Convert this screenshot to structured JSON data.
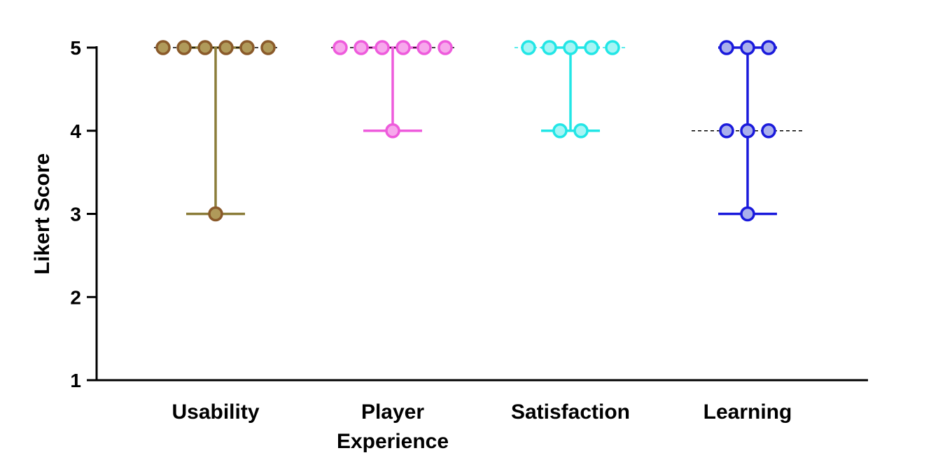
{
  "chart_data": {
    "type": "scatter",
    "ylabel": "Likert Score",
    "xlabel": "",
    "ylim": [
      1,
      5
    ],
    "yticks": [
      1,
      2,
      3,
      4,
      5
    ],
    "grid": false,
    "legend": "none",
    "categories": [
      {
        "label_lines": [
          "Usability"
        ]
      },
      {
        "label_lines": [
          "Player",
          "Experience"
        ]
      },
      {
        "label_lines": [
          "Satisfaction"
        ]
      },
      {
        "label_lines": [
          "Learning"
        ]
      }
    ],
    "series": [
      {
        "category_index": 0,
        "color": "#8b7d3a",
        "marker_fill": "#b09a5a",
        "marker_stroke": "#8a5a2a",
        "median": 5,
        "range": [
          3,
          5
        ],
        "points": [
          5,
          5,
          5,
          5,
          5,
          5,
          3
        ]
      },
      {
        "category_index": 1,
        "color": "#ee5bdc",
        "marker_fill": "#f7a8ec",
        "marker_stroke": "#ee5bdc",
        "median": 5,
        "range": [
          4,
          5
        ],
        "points": [
          5,
          5,
          5,
          5,
          5,
          5,
          4
        ]
      },
      {
        "category_index": 2,
        "color": "#22e6e6",
        "marker_fill": "#a6f5f5",
        "marker_stroke": "#22e6e6",
        "median": 5,
        "range": [
          4,
          5
        ],
        "points": [
          5,
          5,
          5,
          5,
          5,
          4,
          4
        ]
      },
      {
        "category_index": 3,
        "color": "#1a1adc",
        "marker_fill": "#aab0ec",
        "marker_stroke": "#1a1adc",
        "median": 4,
        "range": [
          3,
          5
        ],
        "points": [
          5,
          5,
          5,
          4,
          4,
          4,
          3
        ]
      }
    ]
  }
}
